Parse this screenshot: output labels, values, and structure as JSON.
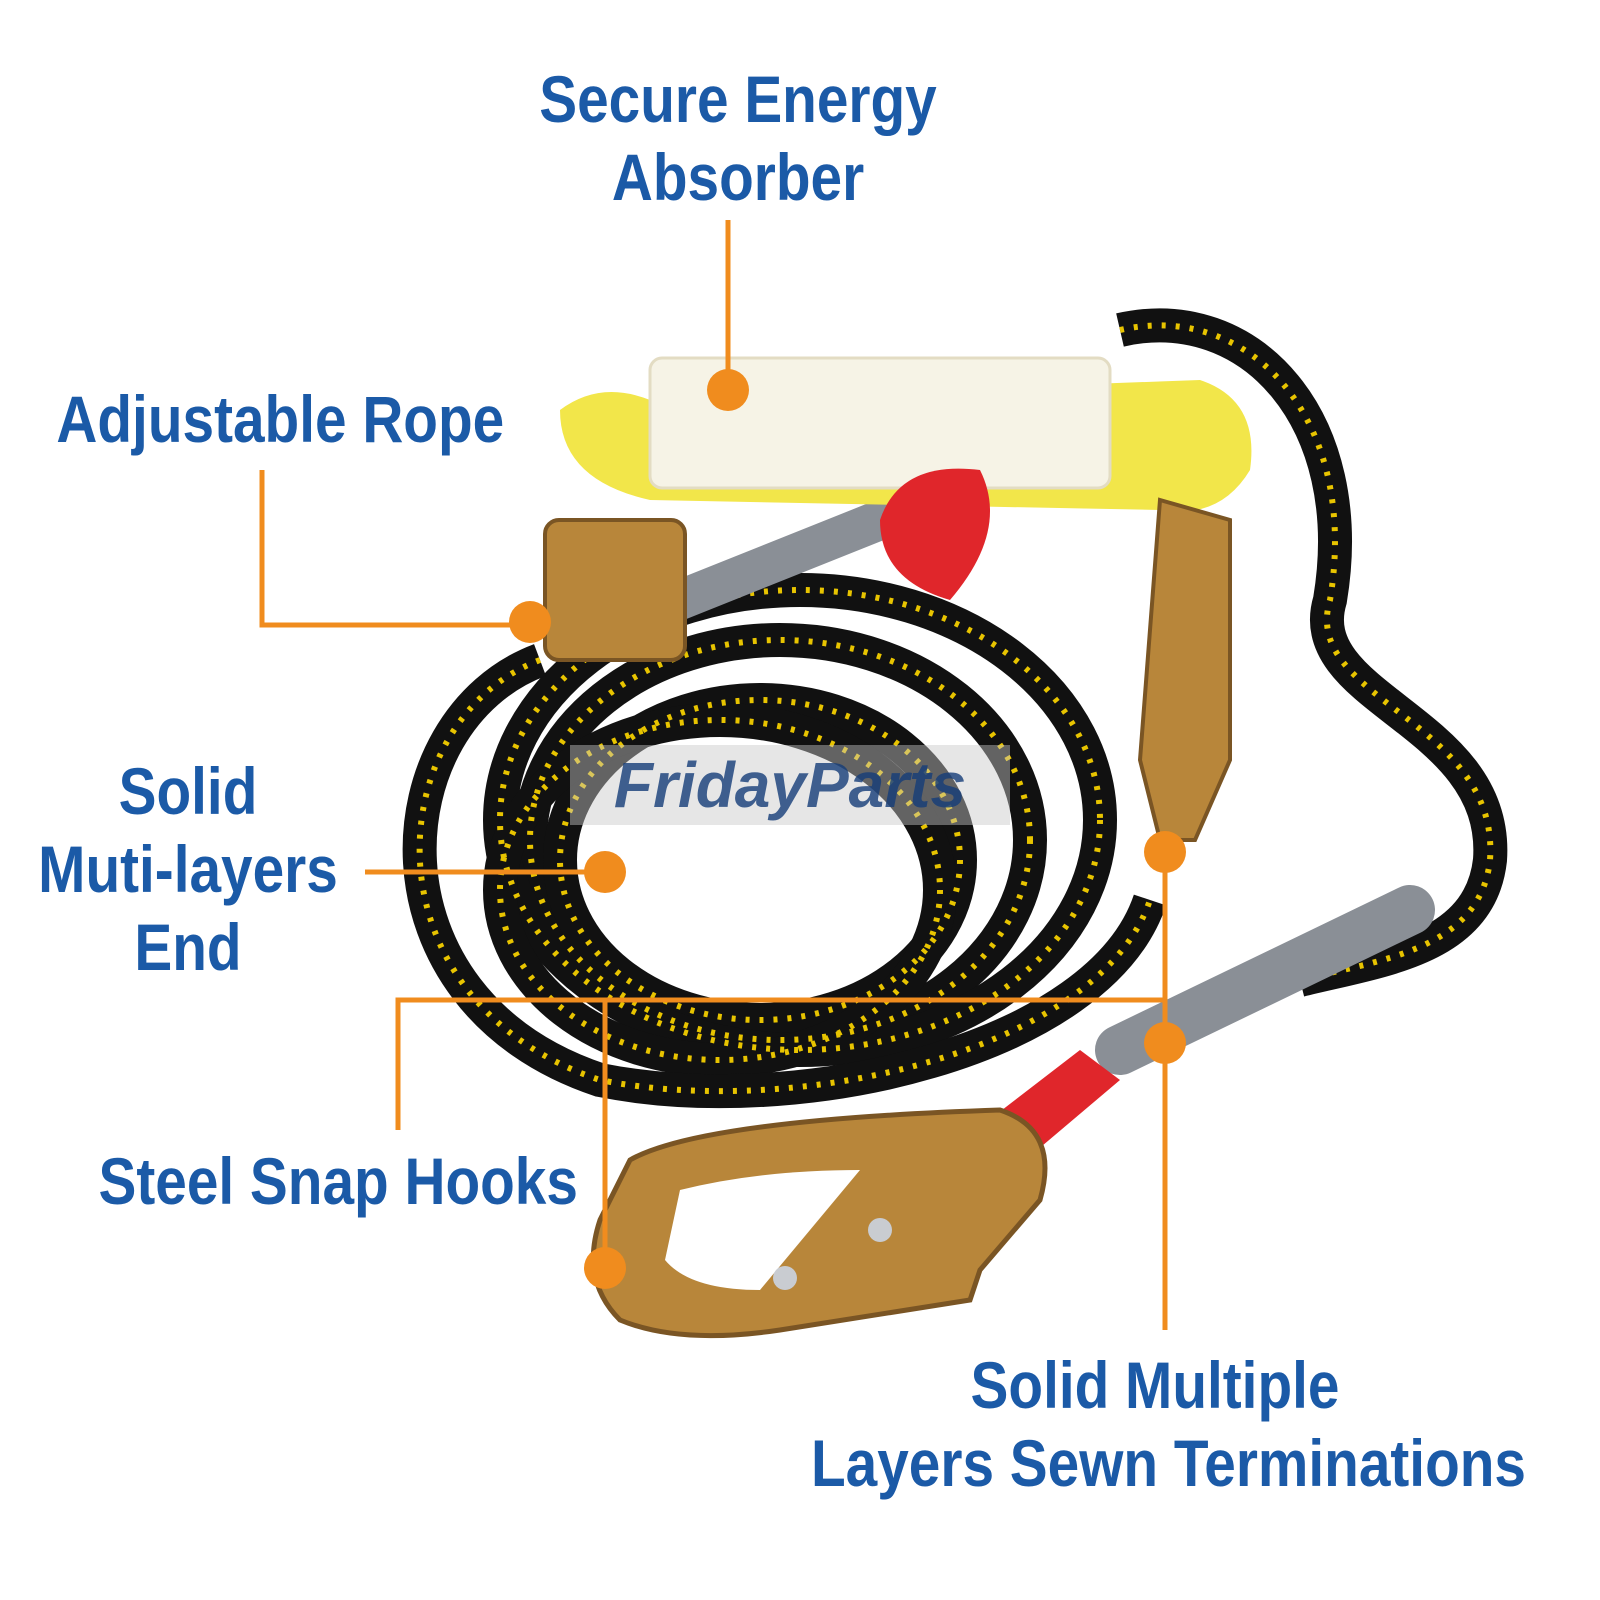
{
  "callouts": {
    "energy_absorber": [
      "Secure Energy",
      "Absorber"
    ],
    "adjustable_rope": "Adjustable Rope",
    "multi_layers_end": [
      "Solid",
      "Muti-layers",
      "End"
    ],
    "snap_hooks": "Steel Snap Hooks",
    "sewn_terminations": [
      "Solid Multiple",
      "Layers Sewn Terminations"
    ]
  },
  "watermark": "FridayParts",
  "colors": {
    "label": "#1b5aa7",
    "callout_line": "#f08c1e",
    "rope": "#111111",
    "rope_fleck": "#e8c400",
    "absorber_strap": "#f2e64a",
    "hook": "#b8863a",
    "thimble": "#e0262b"
  }
}
